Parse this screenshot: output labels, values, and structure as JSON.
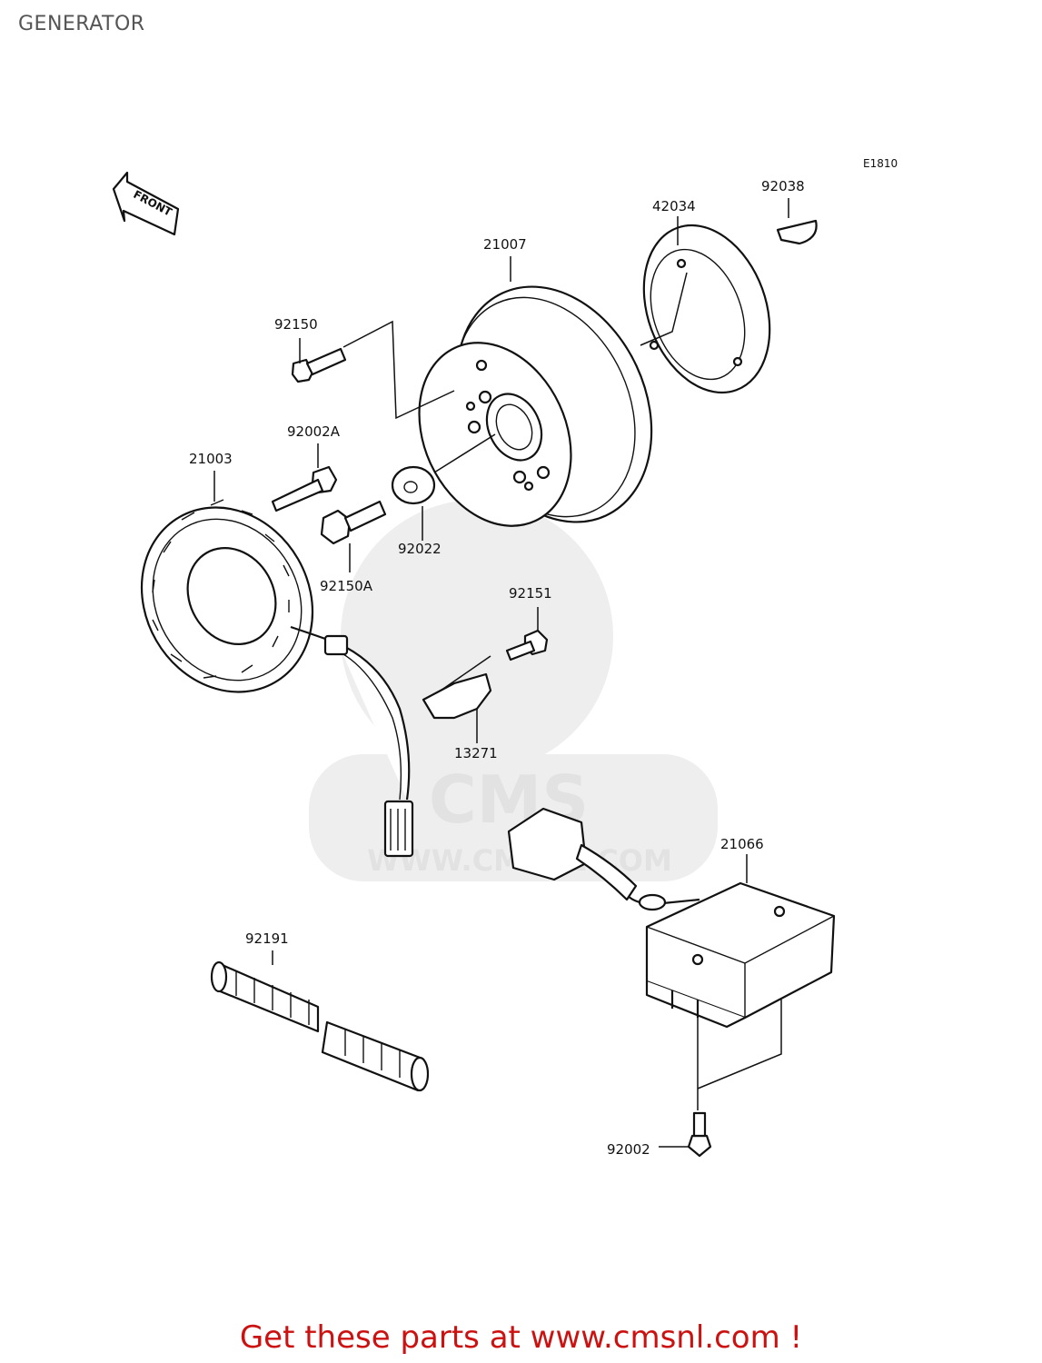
{
  "page": {
    "title": "GENERATOR"
  },
  "diagram": {
    "code": "E1810",
    "front_label": "FRONT",
    "watermark": "WWW.CMSNL.COM",
    "watermark_brand": "CMS",
    "parts": [
      {
        "id": "p21007",
        "number": "21007"
      },
      {
        "id": "p42034",
        "number": "42034"
      },
      {
        "id": "p92038",
        "number": "92038"
      },
      {
        "id": "p92150",
        "number": "92150"
      },
      {
        "id": "p92002A",
        "number": "92002A"
      },
      {
        "id": "p21003",
        "number": "21003"
      },
      {
        "id": "p92022",
        "number": "92022"
      },
      {
        "id": "p92150A",
        "number": "92150A"
      },
      {
        "id": "p92151",
        "number": "92151"
      },
      {
        "id": "p13271",
        "number": "13271"
      },
      {
        "id": "p21066",
        "number": "21066"
      },
      {
        "id": "p92191",
        "number": "92191"
      },
      {
        "id": "p92002",
        "number": "92002"
      }
    ]
  },
  "footer": {
    "text": "Get these parts at www.cmsnl.com !"
  },
  "colors": {
    "footer": "#cc1111",
    "title": "#555555",
    "lines": "#111111",
    "watermark": "#eeeeee"
  }
}
